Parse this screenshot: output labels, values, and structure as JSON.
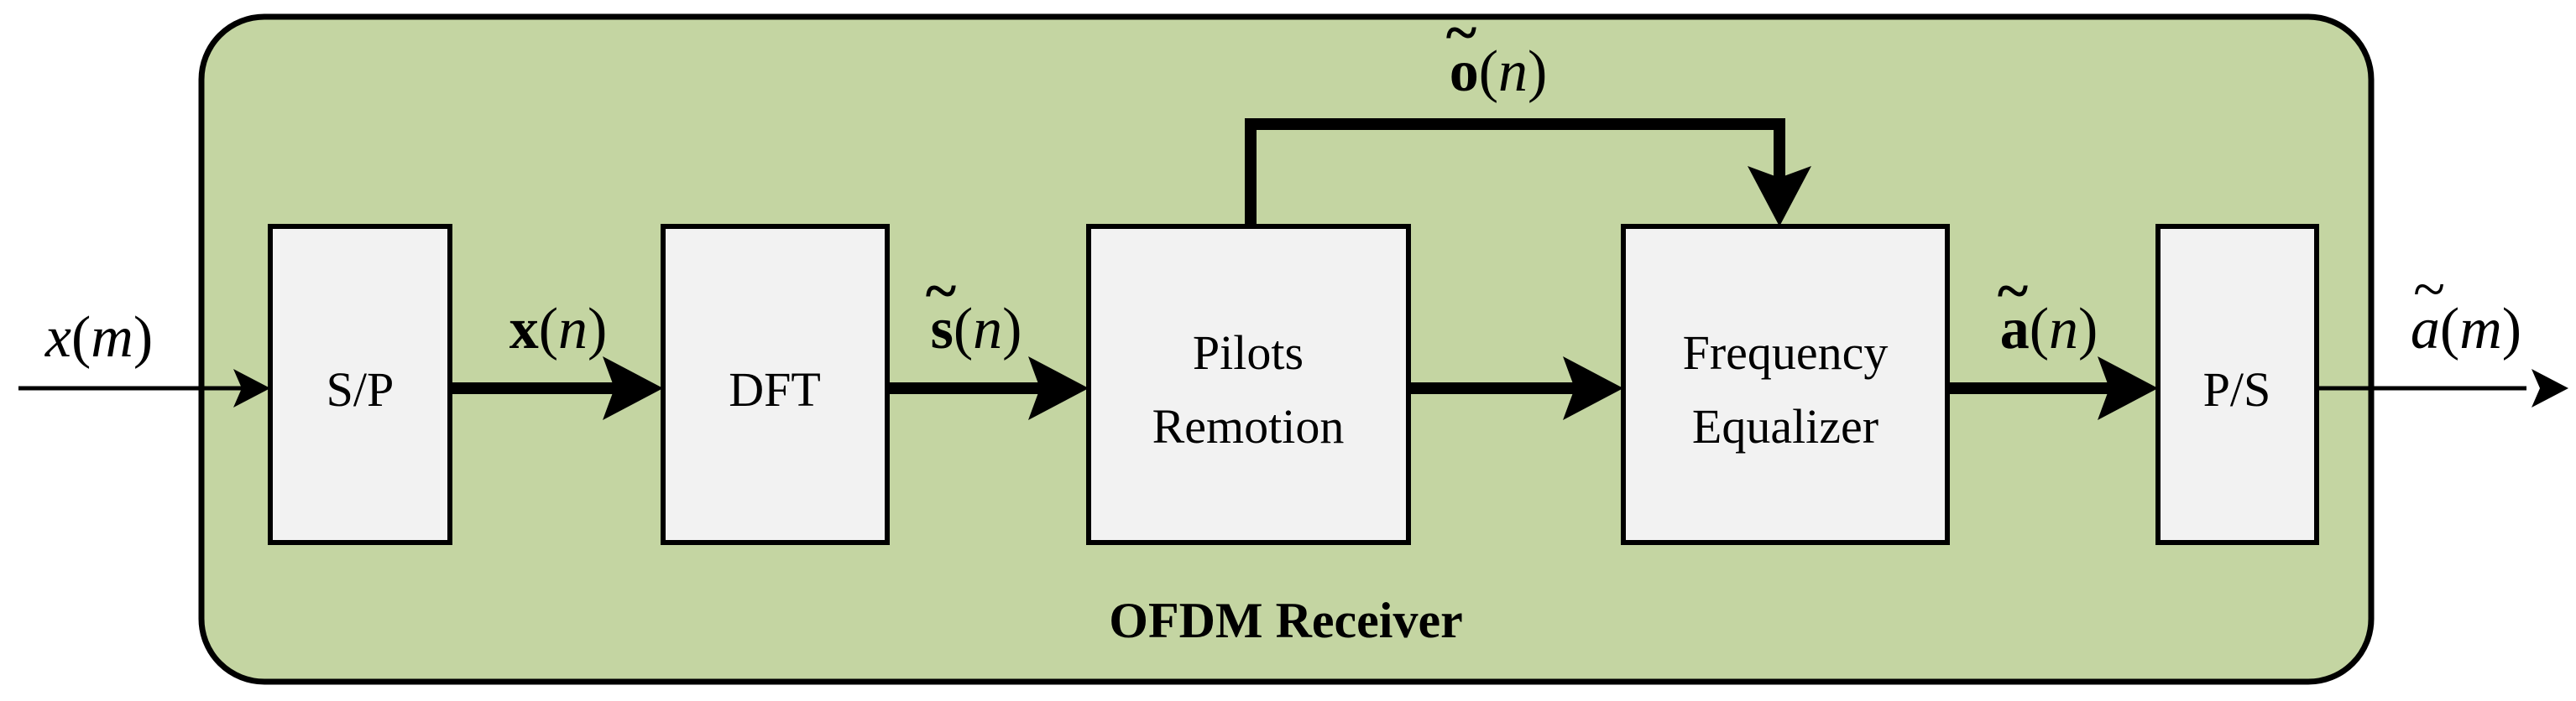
{
  "diagram": {
    "container_label": "OFDM Receiver",
    "colors": {
      "container_fill": "#c4d5a2",
      "block_fill": "#f2f2f2",
      "stroke": "#000000"
    },
    "blocks": {
      "sp": {
        "lines": [
          "S/P"
        ]
      },
      "dft": {
        "lines": [
          "DFT"
        ]
      },
      "pilots": {
        "lines": [
          "Pilots",
          "Remotion"
        ]
      },
      "equalizer": {
        "lines": [
          "Frequency",
          "Equalizer"
        ]
      },
      "ps": {
        "lines": [
          "P/S"
        ]
      }
    },
    "signals": {
      "input": {
        "base": "x",
        "arg": "m",
        "bold": false,
        "tilde": false
      },
      "after_sp": {
        "base": "x",
        "arg": "n",
        "bold": true,
        "tilde": false
      },
      "after_dft": {
        "base": "s",
        "arg": "n",
        "bold": true,
        "tilde": true
      },
      "pilot_branch": {
        "base": "o",
        "arg": "n",
        "bold": true,
        "tilde": true
      },
      "after_eq": {
        "base": "a",
        "arg": "n",
        "bold": true,
        "tilde": true
      },
      "output": {
        "base": "a",
        "arg": "m",
        "bold": false,
        "tilde": true
      }
    }
  }
}
